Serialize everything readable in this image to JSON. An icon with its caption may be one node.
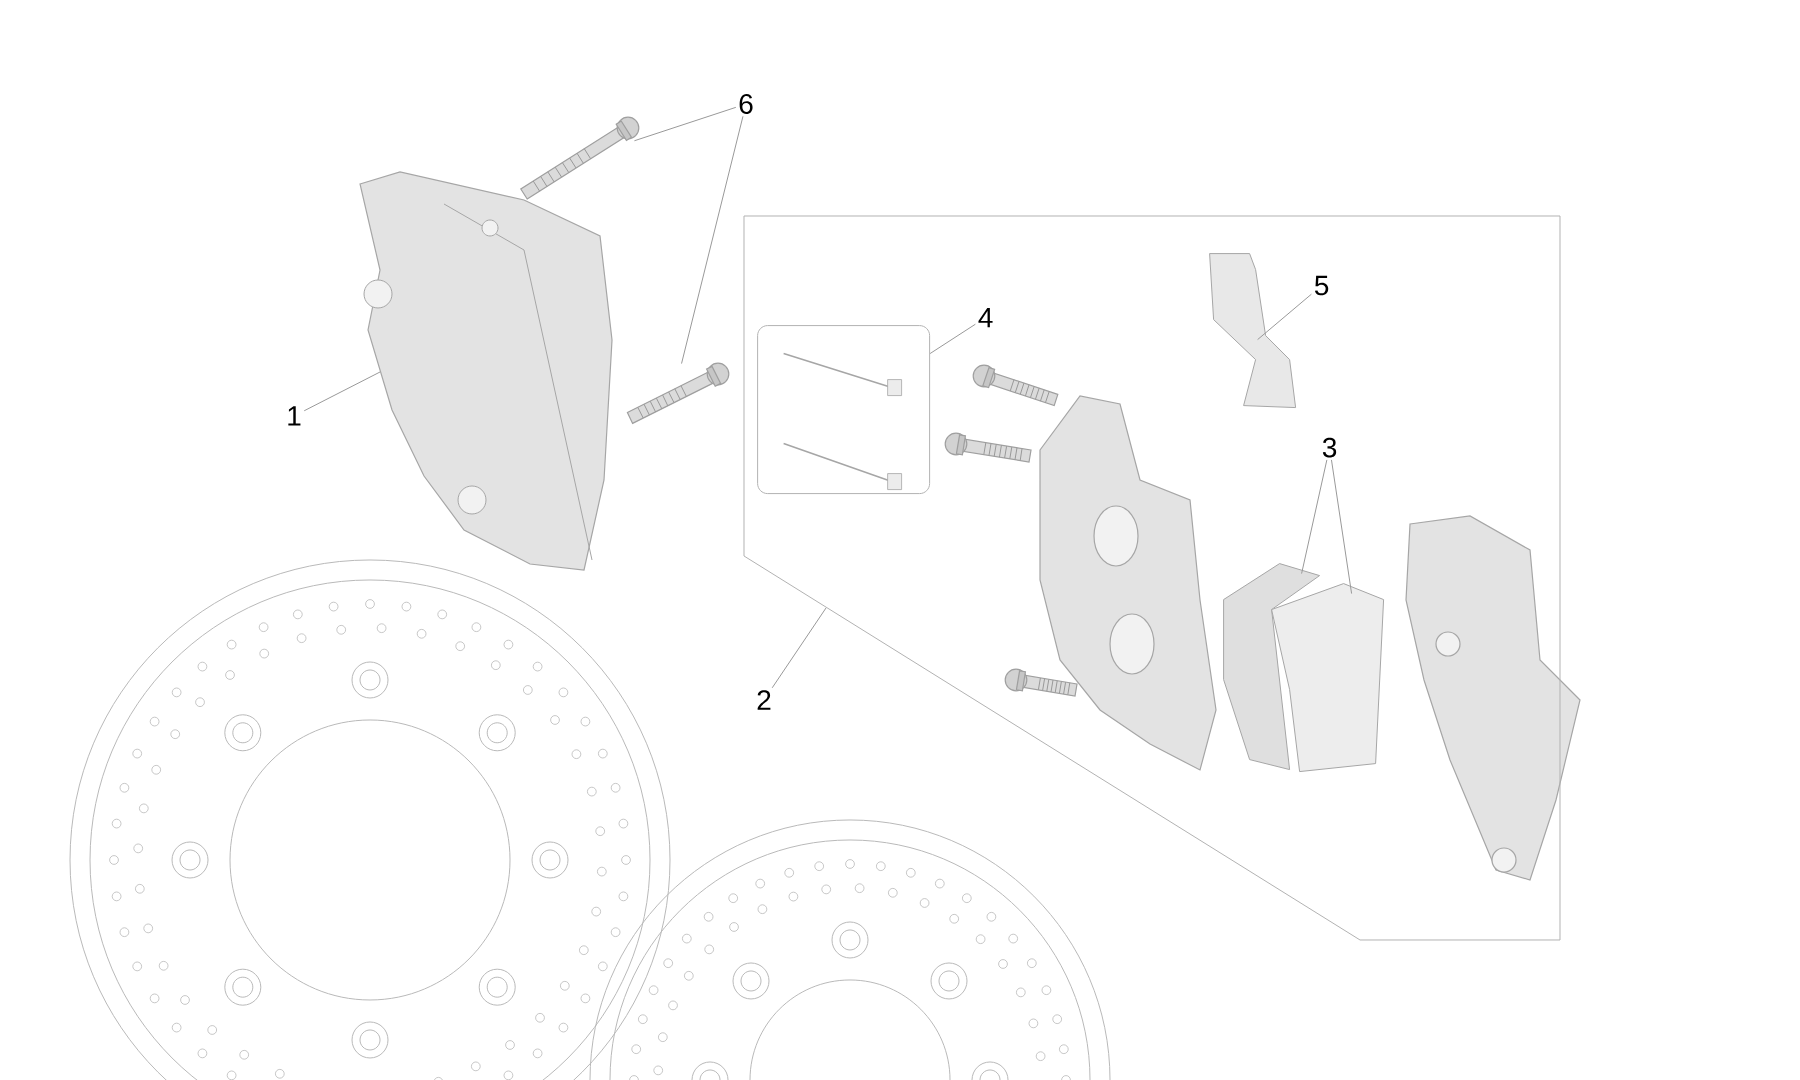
{
  "diagram": {
    "nodes": [
      {
        "text": [
          "1"
        ]
      },
      {
        "text": [
          "6"
        ]
      },
      {
        "text": [
          "4"
        ],
        "in": 13
      },
      {
        "text": [
          "5"
        ],
        "in": 13
      },
      {
        "text": [
          "3"
        ],
        "in": 13
      },
      {
        "text": [
          "2"
        ]
      },
      {
        "text": [],
        "shape": "picture"
      },
      {
        "text": [],
        "shape": "picture"
      },
      {
        "text": [],
        "shape": "picture"
      },
      {
        "text": [],
        "shape": "box",
        "in": 13
      },
      {
        "text": [],
        "shape": "picture",
        "in": 13
      },
      {
        "text": [],
        "shape": "picture",
        "in": 13
      },
      {
        "text": [],
        "shape": "picture",
        "in": 13
      },
      {
        "text": [],
        "shape": "box"
      }
    ],
    "edges": [
      {
        "from": 0,
        "to": 6,
        "arrow": "none"
      },
      {
        "from": 1,
        "to": 7,
        "arrow": "none"
      },
      {
        "from": 1,
        "to": 8,
        "arrow": "none"
      },
      {
        "from": 2,
        "to": 9,
        "arrow": "none"
      },
      {
        "from": 3,
        "to": 10,
        "arrow": "none"
      },
      {
        "from": 4,
        "to": 11,
        "arrow": "none"
      },
      {
        "from": 4,
        "to": 12,
        "arrow": "none"
      },
      {
        "from": 5,
        "to": 13,
        "arrow": "none"
      }
    ]
  }
}
